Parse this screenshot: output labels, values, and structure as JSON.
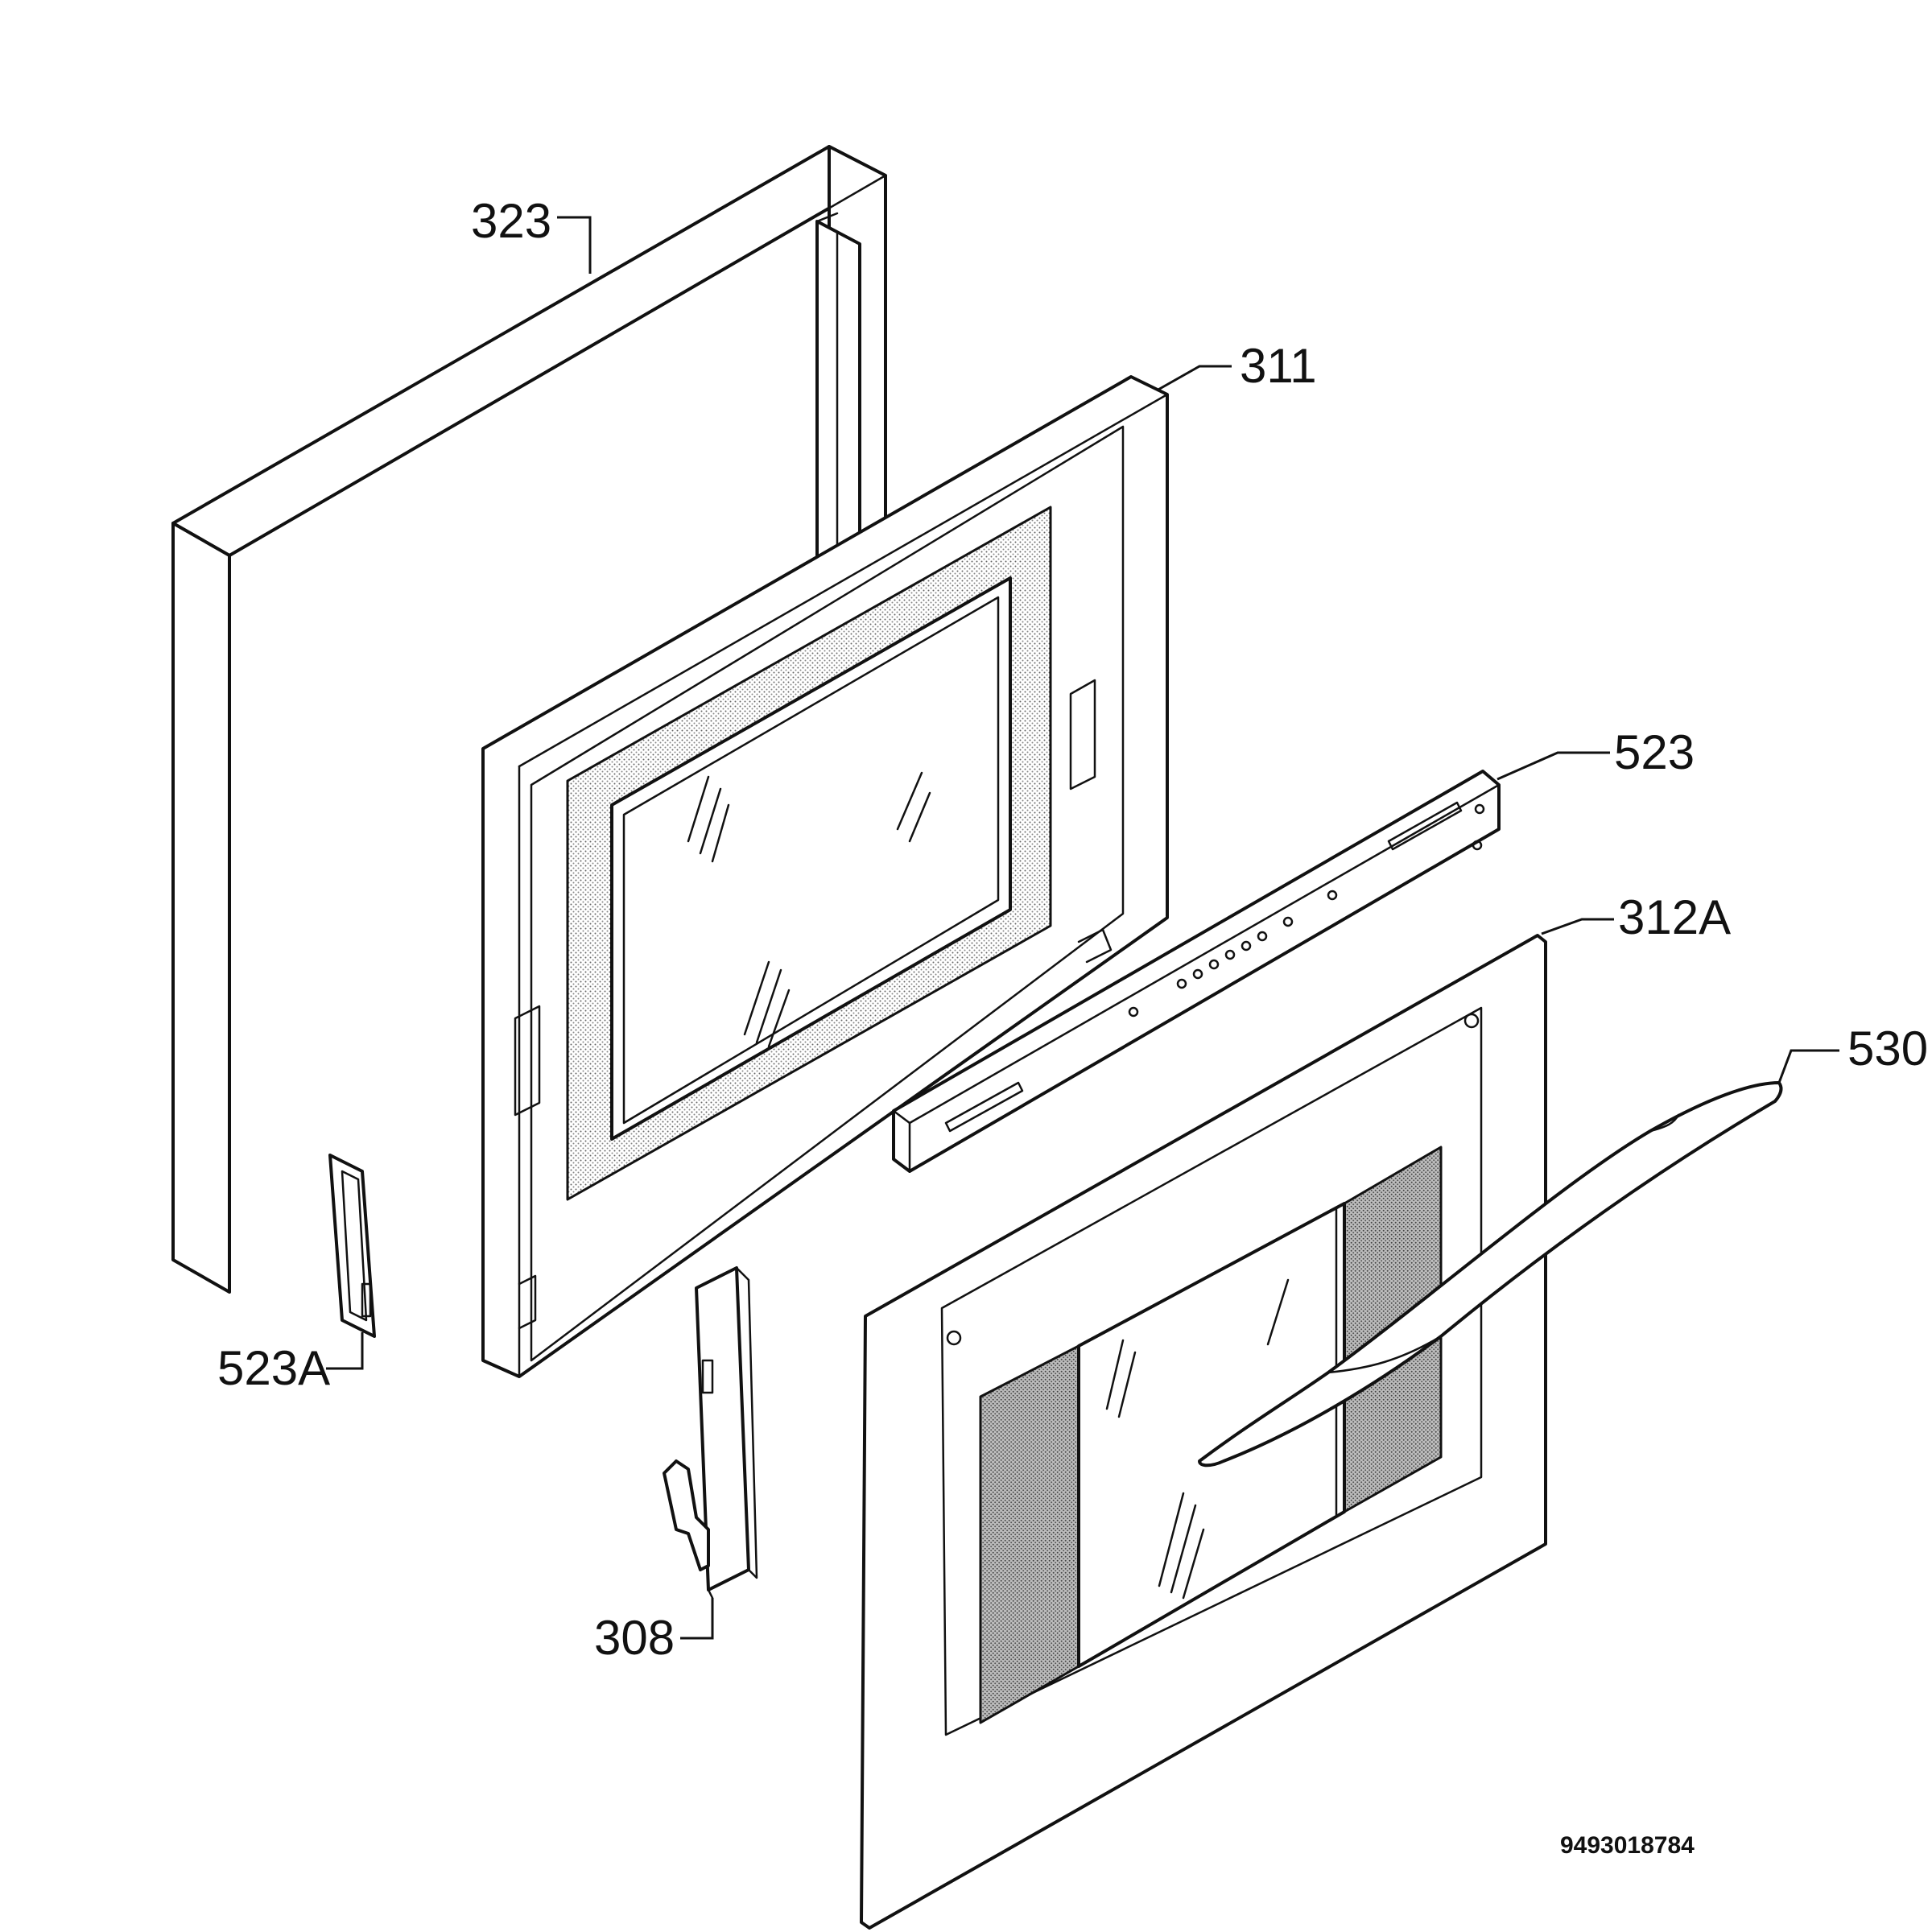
{
  "diagram": {
    "parts": [
      {
        "id": "p323",
        "label": "323",
        "name": "outer door frame"
      },
      {
        "id": "p311",
        "label": "311",
        "name": "inner door panel with glass"
      },
      {
        "id": "p523",
        "label": "523",
        "name": "door rail"
      },
      {
        "id": "p312a",
        "label": "312A",
        "name": "outer door glass"
      },
      {
        "id": "p530",
        "label": "530",
        "name": "door handle"
      },
      {
        "id": "p523a",
        "label": "523A",
        "name": "hinge bracket"
      },
      {
        "id": "p308",
        "label": "308",
        "name": "door hinge"
      }
    ],
    "document_number": "9493018784"
  }
}
